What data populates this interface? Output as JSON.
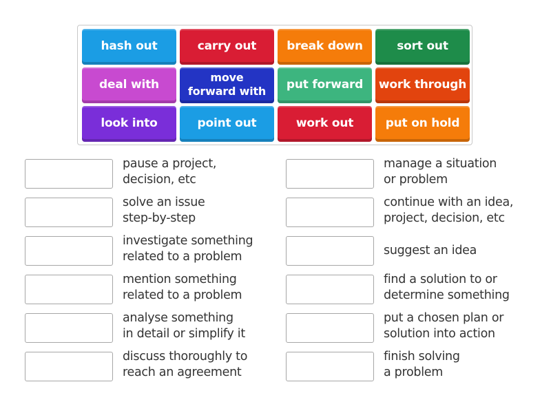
{
  "word_bank": {
    "tiles": [
      {
        "label": "hash out",
        "color": "#1b9de4"
      },
      {
        "label": "carry out",
        "color": "#d91d34"
      },
      {
        "label": "break down",
        "color": "#f57c0a"
      },
      {
        "label": "sort out",
        "color": "#1e8c4a"
      },
      {
        "label": "deal with",
        "color": "#c84ad0"
      },
      {
        "label": "move\nforward with",
        "color": "#2334c4"
      },
      {
        "label": "put forward",
        "color": "#3db57f"
      },
      {
        "label": "work through",
        "color": "#e2440e"
      },
      {
        "label": "look into",
        "color": "#7a2ed9"
      },
      {
        "label": "point out",
        "color": "#1b9de4"
      },
      {
        "label": "work out",
        "color": "#d91d34"
      },
      {
        "label": "put on hold",
        "color": "#f57c0a"
      }
    ]
  },
  "clues": {
    "left": [
      {
        "text": "pause a project,\ndecision, etc",
        "answer": ""
      },
      {
        "text": "solve an issue\nstep-by-step",
        "answer": ""
      },
      {
        "text": "investigate something\nrelated to a problem",
        "answer": ""
      },
      {
        "text": "mention something\nrelated to a problem",
        "answer": ""
      },
      {
        "text": "analyse something\nin detail or simplify it",
        "answer": ""
      },
      {
        "text": "discuss thoroughly to\nreach an agreement",
        "answer": ""
      }
    ],
    "right": [
      {
        "text": "manage a situation\nor problem",
        "answer": ""
      },
      {
        "text": "continue with an idea,\nproject, decision, etc",
        "answer": ""
      },
      {
        "text": "suggest an idea",
        "answer": ""
      },
      {
        "text": "find a solution to or\ndetermine something",
        "answer": ""
      },
      {
        "text": "put a chosen plan or\nsolution into action",
        "answer": ""
      },
      {
        "text": "finish solving\na problem",
        "answer": ""
      }
    ]
  }
}
